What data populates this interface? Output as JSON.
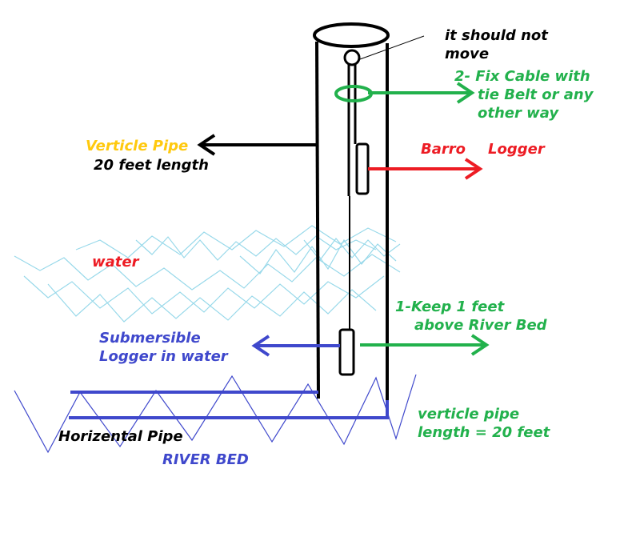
{
  "labels": {
    "should_not_move": [
      "it should not",
      "move"
    ],
    "fix_cable": [
      "2- Fix Cable with",
      "tie Belt or any",
      "other way"
    ],
    "verticle_pipe": "Verticle Pipe",
    "pipe_length": "20 feet length",
    "barro": "Barro",
    "logger": "Logger",
    "water": "water",
    "keep_1_feet": [
      "1-Keep 1 feet",
      "above River Bed"
    ],
    "submersible": [
      "Submersible",
      "Logger in water"
    ],
    "horizontal_pipe": "Horizental Pipe",
    "river_bed": "RIVER BED",
    "verticle_pipe_length": [
      "verticle pipe",
      "length = 20 feet"
    ]
  },
  "colors": {
    "black": "#000000",
    "green": "#22b14c",
    "red": "#ed1c24",
    "blue": "#3f48cc",
    "yellow": "#ffc90e",
    "water": "#99d9ea"
  }
}
